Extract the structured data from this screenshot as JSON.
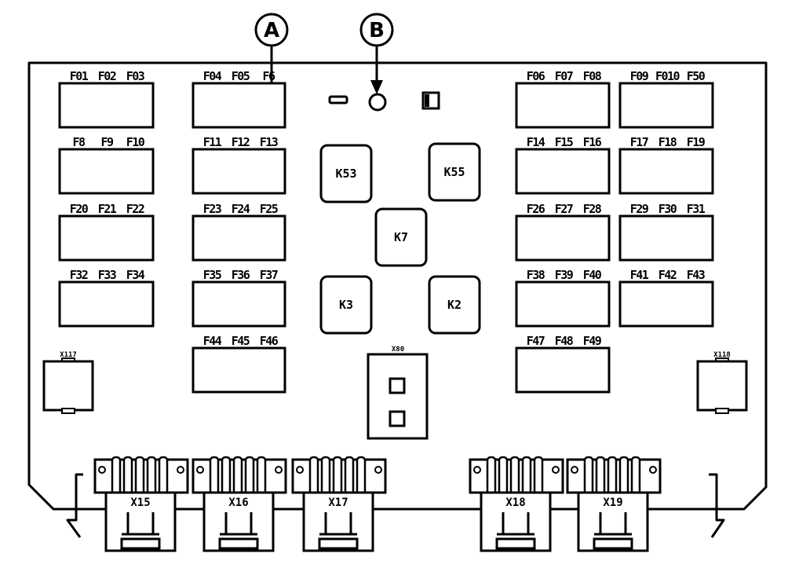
{
  "callouts": {
    "a": "A",
    "b": "B"
  },
  "fuse_blocks": [
    [
      "F01",
      "F02",
      "F03"
    ],
    [
      "F04",
      "F05",
      "F6"
    ],
    [
      "F06",
      "F07",
      "F08"
    ],
    [
      "F09",
      "F010",
      "F50"
    ],
    [
      "F8",
      "F9",
      "F10"
    ],
    [
      "F11",
      "F12",
      "F13"
    ],
    [
      "F14",
      "F15",
      "F16"
    ],
    [
      "F17",
      "F18",
      "F19"
    ],
    [
      "F20",
      "F21",
      "F22"
    ],
    [
      "F23",
      "F24",
      "F25"
    ],
    [
      "F26",
      "F27",
      "F28"
    ],
    [
      "F29",
      "F30",
      "F31"
    ],
    [
      "F32",
      "F33",
      "F34"
    ],
    [
      "F35",
      "F36",
      "F37"
    ],
    [
      "F38",
      "F39",
      "F40"
    ],
    [
      "F41",
      "F42",
      "F43"
    ],
    [
      "F44",
      "F45",
      "F46"
    ],
    [
      "F47",
      "F48",
      "F49"
    ]
  ],
  "relays": [
    "K53",
    "K55",
    "K7",
    "K3",
    "K2"
  ],
  "small_connectors": [
    "X117",
    "X118",
    "X80"
  ],
  "main_connectors": [
    "X15",
    "X16",
    "X17",
    "X18",
    "X19"
  ]
}
